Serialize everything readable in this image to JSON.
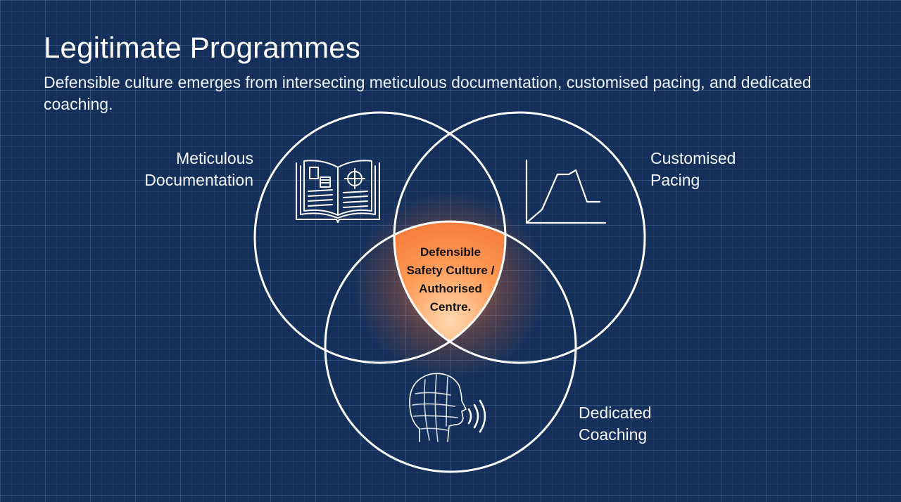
{
  "slide": {
    "title": "Legitimate Programmes",
    "subtitle": "Defensible culture emerges from intersecting meticulous documentation, customised pacing, and dedicated coaching."
  },
  "diagram": {
    "circles": [
      {
        "id": "documentation",
        "label_line1": "Meticulous",
        "label_line2": "Documentation",
        "icon": "open-book-icon"
      },
      {
        "id": "pacing",
        "label_line1": "Customised",
        "label_line2": "Pacing",
        "icon": "pacing-chart-icon"
      },
      {
        "id": "coaching",
        "label_line1": "Dedicated",
        "label_line2": "Coaching",
        "icon": "speaking-head-icon"
      }
    ],
    "center": {
      "line1": "Defensible",
      "line2": "Safety Culture /",
      "line3": "Authorised",
      "line4": "Centre.",
      "color": "#f26a2a"
    },
    "colors": {
      "background": "#14305a",
      "circle_stroke": "#ffffff",
      "highlight": "#f26a2a"
    }
  }
}
